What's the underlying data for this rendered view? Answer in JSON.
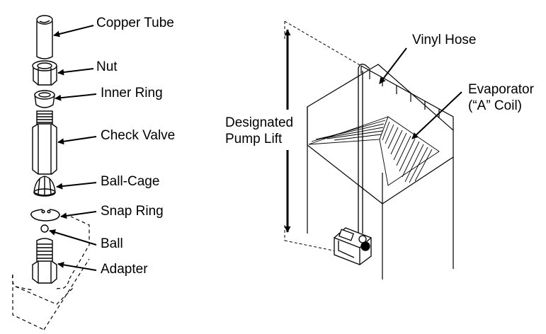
{
  "labels": {
    "copper_tube": "Copper Tube",
    "nut": "Nut",
    "inner_ring": "Inner Ring",
    "check_valve": "Check Valve",
    "ball_cage": "Ball-Cage",
    "snap_ring": "Snap Ring",
    "ball": "Ball",
    "adapter": "Adapter",
    "vinyl_hose": "Vinyl Hose",
    "evaporator_line1": "Evaporator",
    "evaporator_line2": "(“A” Coil)",
    "pump_lift_line1": "Designated",
    "pump_lift_line2": "Pump Lift"
  },
  "colors": {
    "ink": "#000000",
    "paper": "#ffffff"
  }
}
